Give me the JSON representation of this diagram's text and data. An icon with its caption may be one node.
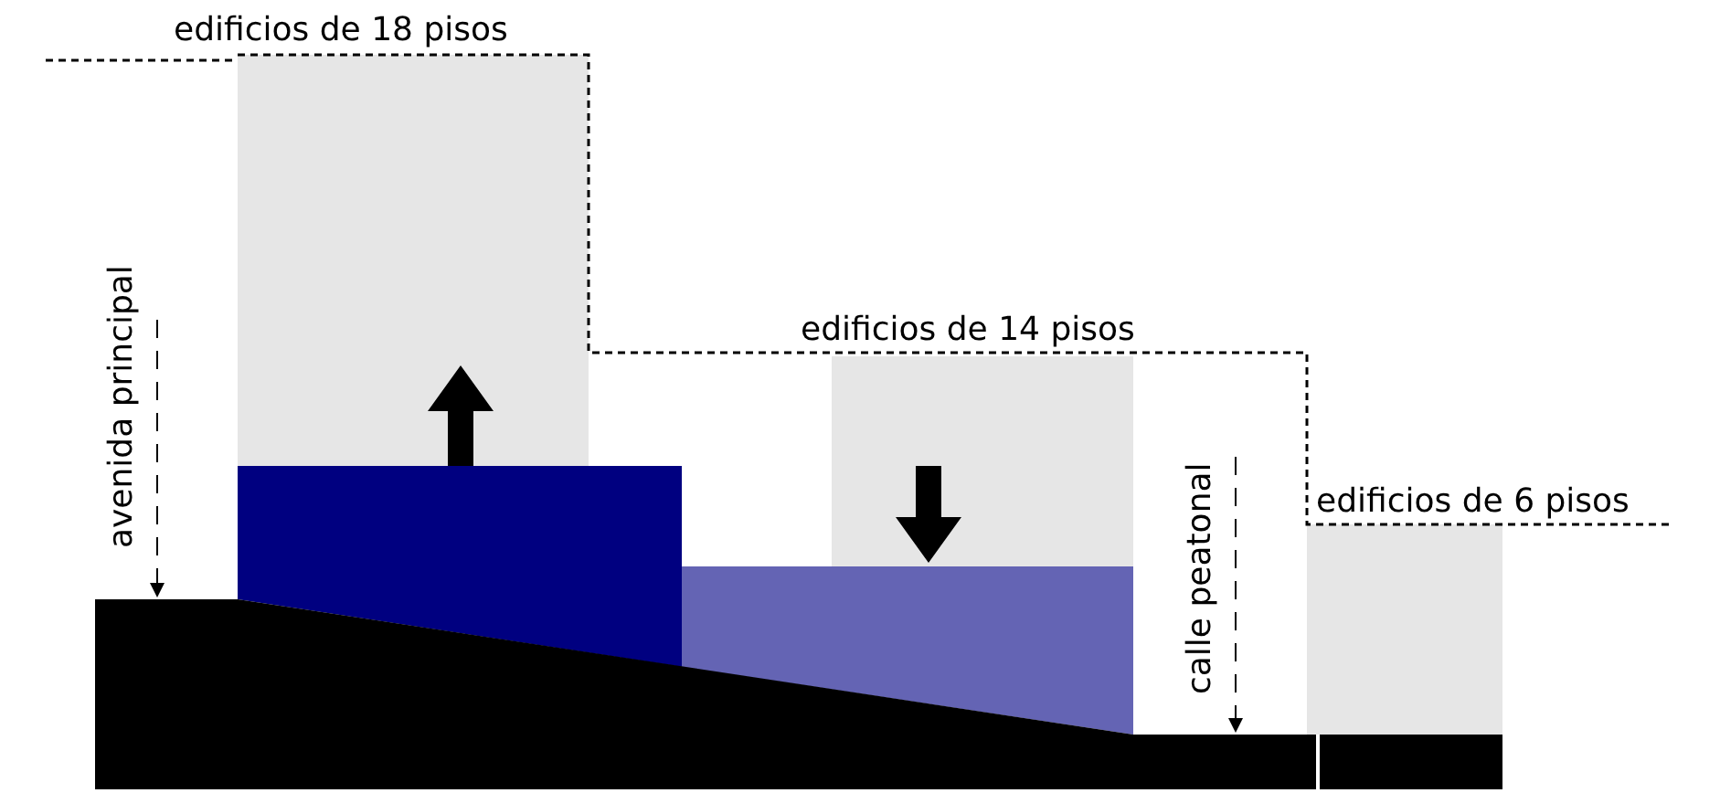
{
  "diagram": {
    "nodes": [
      {
        "text": [
          "avenida principal"
        ]
      },
      {
        "text": [],
        "shape": "bar"
      },
      {
        "text": [
          "calle peatonal"
        ]
      },
      {
        "text": [],
        "shape": "bar"
      }
    ],
    "edges": [
      {
        "from": 0,
        "to": 1,
        "arrow": "to",
        "style": "dashed"
      },
      {
        "from": 2,
        "to": 3,
        "arrow": "to",
        "style": "dashed"
      }
    ],
    "labels": [
      "edificios de 18 pisos",
      "edificios de 14 pisos",
      "edificios de 6 pisos"
    ]
  }
}
